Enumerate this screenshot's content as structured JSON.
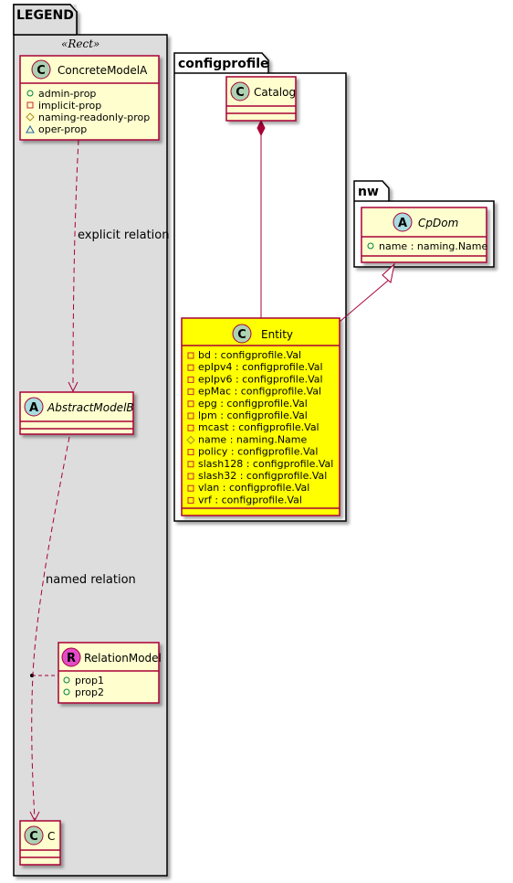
{
  "packages": {
    "legend": {
      "name": "LEGEND",
      "stereotype": "«Rect»"
    },
    "configprofile": {
      "name": "configprofile"
    },
    "nw": {
      "name": "nw"
    }
  },
  "classes": {
    "concrete_model_a": {
      "kind_letter": "C",
      "name": "ConcreteModelA",
      "attrs": [
        {
          "vis": "+",
          "text": "admin-prop"
        },
        {
          "vis": "-",
          "text": "implicit-prop"
        },
        {
          "vis": "#",
          "text": "naming-readonly-prop"
        },
        {
          "vis": "~",
          "text": "oper-prop"
        }
      ]
    },
    "abstract_model_b": {
      "kind_letter": "A",
      "name": "AbstractModelB"
    },
    "relation_model": {
      "kind_letter": "R",
      "name": "RelationModel",
      "attrs": [
        {
          "vis": "+",
          "text": "prop1"
        },
        {
          "vis": "+",
          "text": "prop2"
        }
      ]
    },
    "c": {
      "kind_letter": "C",
      "name": "C"
    },
    "catalog": {
      "kind_letter": "C",
      "name": "Catalog"
    },
    "entity": {
      "kind_letter": "C",
      "name": "Entity",
      "attrs": [
        {
          "vis": "-",
          "text": "bd : configprofile.Val"
        },
        {
          "vis": "-",
          "text": "epIpv4 : configprofile.Val"
        },
        {
          "vis": "-",
          "text": "epIpv6 : configprofile.Val"
        },
        {
          "vis": "-",
          "text": "epMac : configprofile.Val"
        },
        {
          "vis": "-",
          "text": "epg : configprofile.Val"
        },
        {
          "vis": "-",
          "text": "lpm : configprofile.Val"
        },
        {
          "vis": "-",
          "text": "mcast : configprofile.Val"
        },
        {
          "vis": "#",
          "text": "name : naming.Name"
        },
        {
          "vis": "-",
          "text": "policy : configprofile.Val"
        },
        {
          "vis": "-",
          "text": "slash128 : configprofile.Val"
        },
        {
          "vis": "-",
          "text": "slash32 : configprofile.Val"
        },
        {
          "vis": "-",
          "text": "vlan : configprofile.Val"
        },
        {
          "vis": "-",
          "text": "vrf : configprofile.Val"
        }
      ]
    },
    "cpdom": {
      "kind_letter": "A",
      "name": "CpDom",
      "attrs": [
        {
          "vis": "+",
          "text": "name : naming.Name"
        }
      ]
    }
  },
  "relations": {
    "explicit": {
      "label": "explicit relation"
    },
    "named": {
      "label": "named relation"
    }
  },
  "colors": {
    "class_fill": "#FEFECE",
    "class_border": "#A80036",
    "entity_fill": "#FFFF00",
    "legend_fill": "#DDDDDD",
    "circle_c": "#ADD1B2",
    "circle_a": "#A9DCDF",
    "circle_r": "#E34BC9"
  }
}
